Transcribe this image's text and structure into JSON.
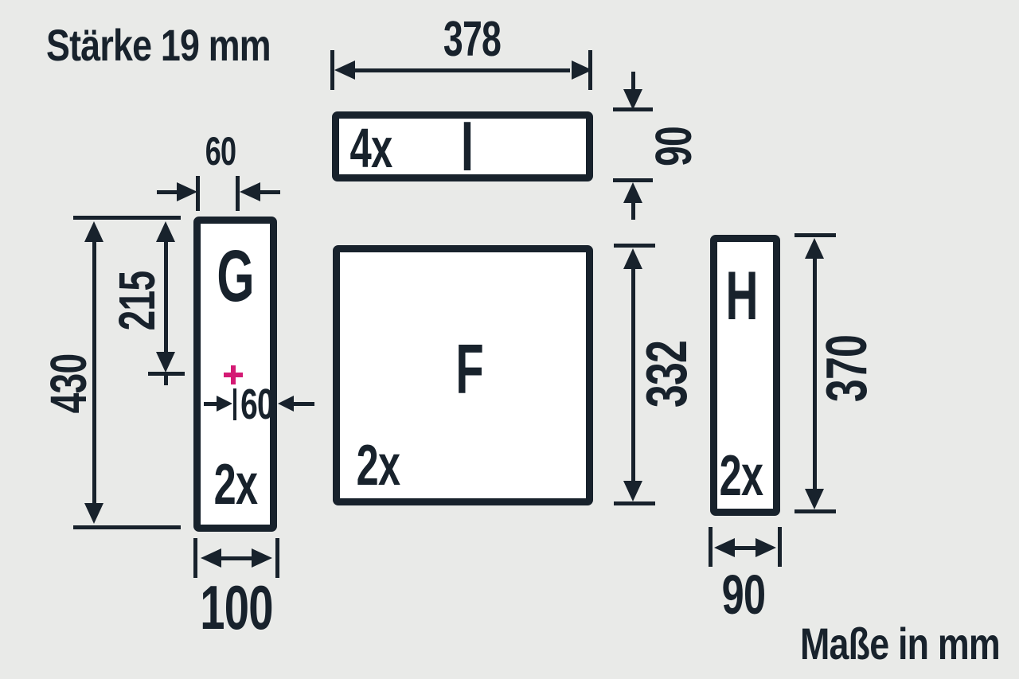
{
  "title": "Stärke 19 mm",
  "units_note": "Maße in mm",
  "colors": {
    "background": "#e9eae8",
    "ink": "#18222c",
    "piece_fill": "#ffffff",
    "drill_mark_accent": "#d41a74"
  },
  "pieces": {
    "i": {
      "letter": "I",
      "quantity": "4x"
    },
    "f": {
      "letter": "F",
      "quantity": "2x"
    },
    "g": {
      "letter": "G",
      "quantity": "2x"
    },
    "h": {
      "letter": "H",
      "quantity": "2x"
    }
  },
  "dims": {
    "i_width": "378",
    "i_height": "90",
    "f_height": "332",
    "h_height": "370",
    "h_width": "90",
    "g_width": "100",
    "g_top_width": "60",
    "g_hole_offset": "60",
    "g_hole_from_top": "215",
    "g_height": "430"
  }
}
